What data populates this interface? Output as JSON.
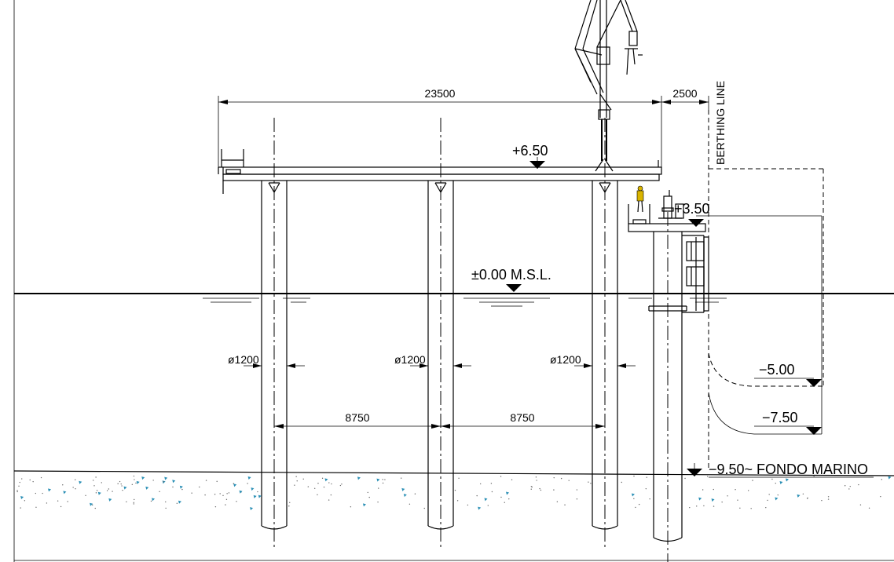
{
  "drawing": {
    "dimensions": {
      "deck_length": "23500",
      "cantilever": "2500",
      "pile_spacing_1": "8750",
      "pile_spacing_2": "8750"
    },
    "pile_diameter_labels": [
      "ø1200",
      "ø1200",
      "ø1200"
    ],
    "levels": {
      "deck": "+6.50",
      "platform": "+3.50",
      "msl": "±0.00  M.S.L.",
      "draft_1": "−5.00",
      "draft_2": "−7.50",
      "seabed": "−9.50~ FONDO MARINO"
    },
    "berthing_line": "BERTHING LINE"
  },
  "colors": {
    "line": "#000000",
    "seabed_aggregate": "#2a8fb5",
    "worker": "#d9b400"
  }
}
